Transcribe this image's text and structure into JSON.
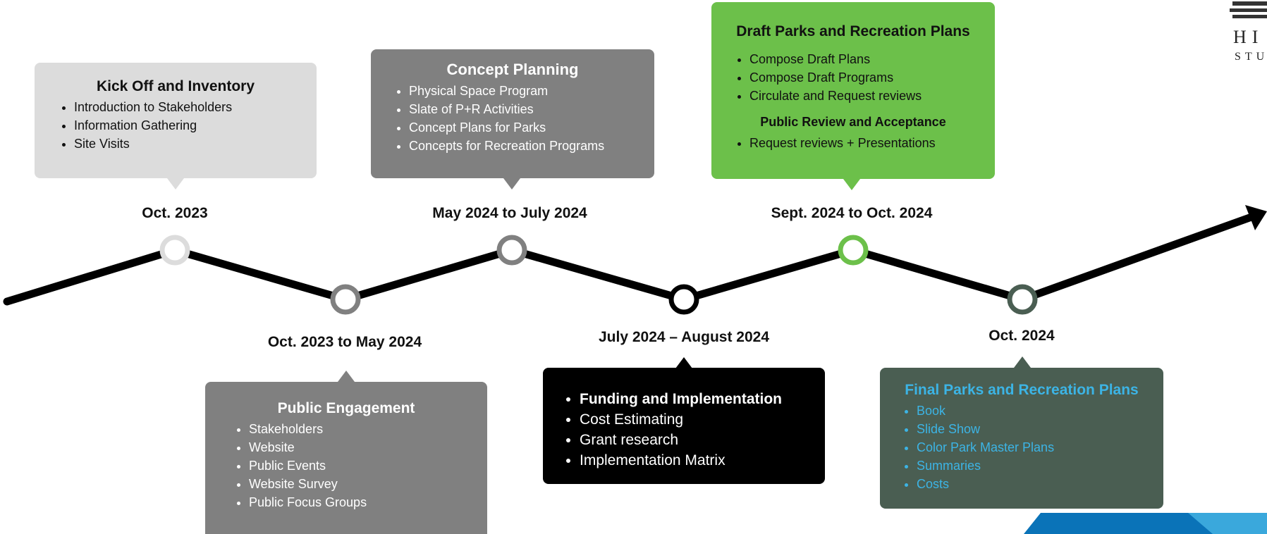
{
  "milestones": [
    {
      "date": "Oct. 2023",
      "title": "Kick Off and Inventory",
      "items": [
        "Introduction to Stakeholders",
        "Information Gathering",
        "Site Visits"
      ],
      "color": "#dcdcdc"
    },
    {
      "date": "Oct. 2023 to May 2024",
      "title": "Public Engagement",
      "items": [
        "Stakeholders",
        "Website",
        "Public Events",
        "Website Survey",
        "Public Focus Groups"
      ],
      "color": "#808080"
    },
    {
      "date": "May 2024 to July 2024",
      "title": "Concept Planning",
      "items": [
        "Physical Space Program",
        "Slate of P+R Activities",
        "Concept Plans for Parks",
        "Concepts for Recreation Programs"
      ],
      "color": "#808080"
    },
    {
      "date": "July 2024 – August 2024",
      "items": [
        "Funding and Implementation",
        "Cost Estimating",
        "Grant research",
        "Implementation Matrix"
      ],
      "color": "#000000"
    },
    {
      "date": "Sept. 2024 to Oct. 2024",
      "title": "Draft Parks and Recreation Plans",
      "items": [
        "Compose Draft Plans",
        "Compose Draft Programs",
        "Circulate and Request reviews"
      ],
      "subtitle": "Public Review and Acceptance",
      "subitems": [
        "Request reviews + Presentations"
      ],
      "color": "#6cc04a"
    },
    {
      "date": "Oct. 2024",
      "title": "Final Parks and Recreation Plans",
      "items": [
        "Book",
        "Slide Show",
        "Color Park Master Plans",
        "Summaries",
        "Costs"
      ],
      "color": "#4a5e52",
      "text_color": "#3cb4e5"
    }
  ],
  "logo": {
    "line1": "HI",
    "line2": "STU"
  }
}
